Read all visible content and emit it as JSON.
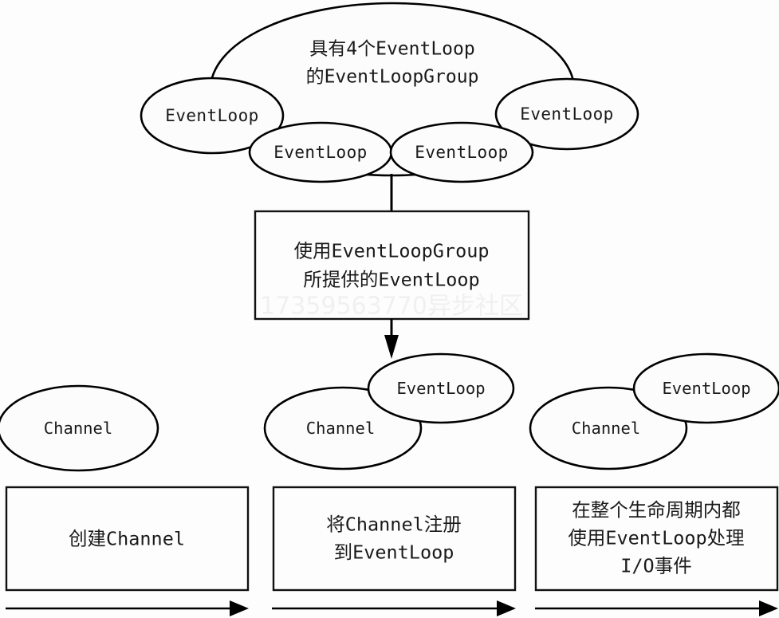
{
  "diagram": {
    "title_group": {
      "name": "event-loop-group-cloud",
      "line1": "具有4个EventLoop",
      "line2": "的EventLoopGroup"
    },
    "event_loops_in_group": [
      {
        "label": "EventLoop"
      },
      {
        "label": "EventLoop"
      },
      {
        "label": "EventLoop"
      },
      {
        "label": "EventLoop"
      }
    ],
    "middle_box": {
      "line1": "使用EventLoopGroup",
      "line2": "所提供的EventLoop"
    },
    "watermark": "17359563770异步社区",
    "stages": [
      {
        "channel_label": "Channel",
        "event_loop_label": "",
        "box_lines": [
          "创建Channel"
        ]
      },
      {
        "channel_label": "Channel",
        "event_loop_label": "EventLoop",
        "box_lines": [
          "将Channel注册",
          "到EventLoop"
        ]
      },
      {
        "channel_label": "Channel",
        "event_loop_label": "EventLoop",
        "box_lines": [
          "在整个生命周期内都",
          "使用EventLoop处理",
          "I/O事件"
        ]
      }
    ],
    "colors": {
      "stroke": "#000000",
      "fill": "#fcfcfc",
      "text": "#1a1a1a",
      "watermark": "#f0f0f0",
      "background": "#fdfdfd"
    }
  }
}
